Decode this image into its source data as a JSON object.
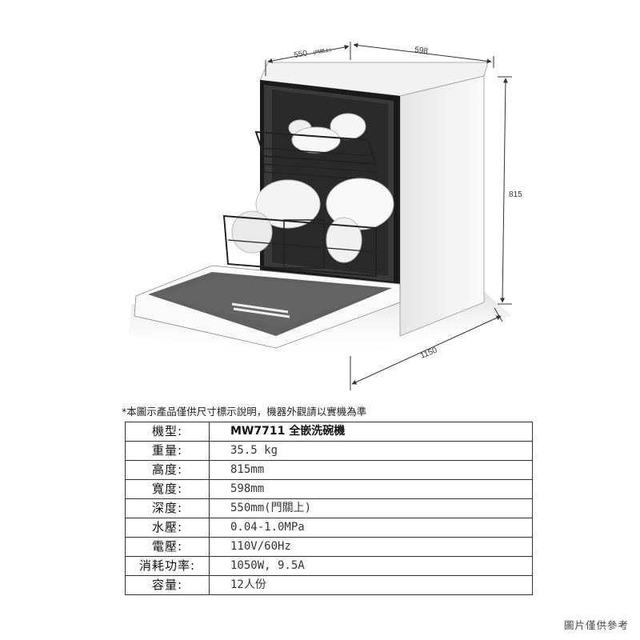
{
  "dimensions": {
    "depth_label": "550",
    "depth_note": "(門關上)",
    "width_label": "598",
    "height_label": "815",
    "open_depth_label": "1150"
  },
  "disclaimer": "*本圖示產品僅供尺寸標示說明，機器外觀請以實機為準",
  "specs": [
    {
      "key": "機型:",
      "value": "MW7711 全嵌洗碗機"
    },
    {
      "key": "重量:",
      "value": "35.5 kg"
    },
    {
      "key": "高度:",
      "value": "815mm"
    },
    {
      "key": "寬度:",
      "value": "598mm"
    },
    {
      "key": "深度:",
      "value": "550mm(門關上)"
    },
    {
      "key": "水壓:",
      "value": "0.04-1.0MPa"
    },
    {
      "key": "電壓:",
      "value": "110V/60Hz"
    },
    {
      "key": "消耗功率:",
      "value": "1050W, 9.5A"
    },
    {
      "key": "容量:",
      "value": "12人份"
    }
  ],
  "reference_note": "圖片僅供參考",
  "colors": {
    "border": "#333333",
    "text": "#222222",
    "background": "#ffffff"
  }
}
